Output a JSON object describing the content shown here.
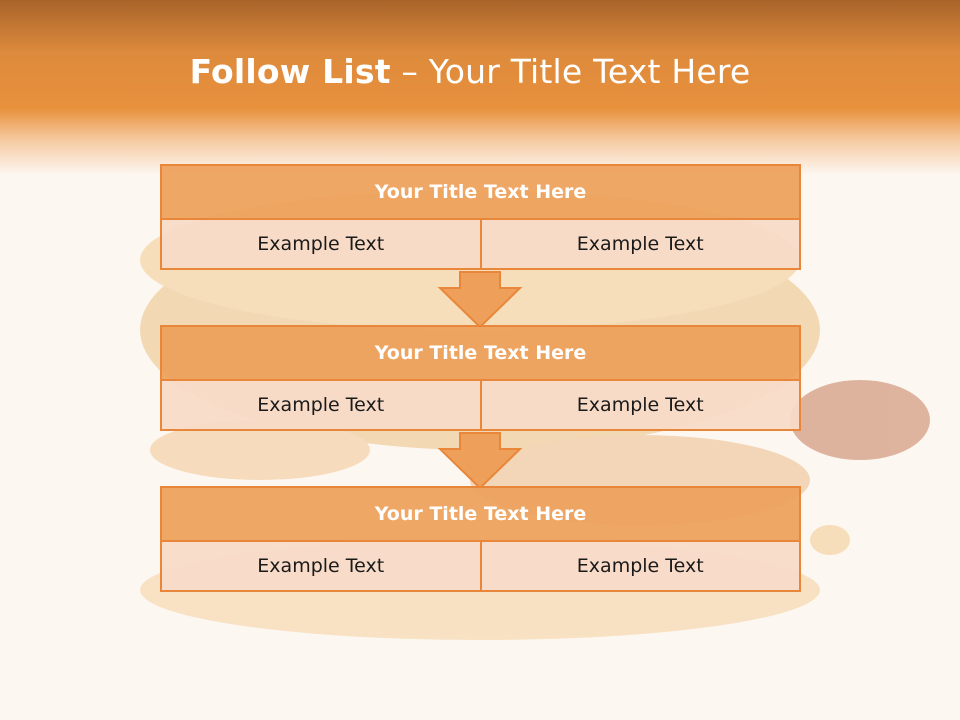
{
  "slide": {
    "title_bold": "Follow List",
    "title_rest": " – Your Title Text Here"
  },
  "steps": [
    {
      "title": "Your Title Text Here",
      "left": "Example Text",
      "right": "Example Text"
    },
    {
      "title": "Your Title Text Here",
      "left": "Example Text",
      "right": "Example Text"
    },
    {
      "title": "Your Title Text Here",
      "left": "Example Text",
      "right": "Example Text"
    }
  ],
  "colors": {
    "accent": "#e8873a",
    "title_fill": "#eea05a",
    "cell_fill": "#f7dac8",
    "header_band": "#e8913d"
  },
  "background_image": "corn-cob-photo"
}
